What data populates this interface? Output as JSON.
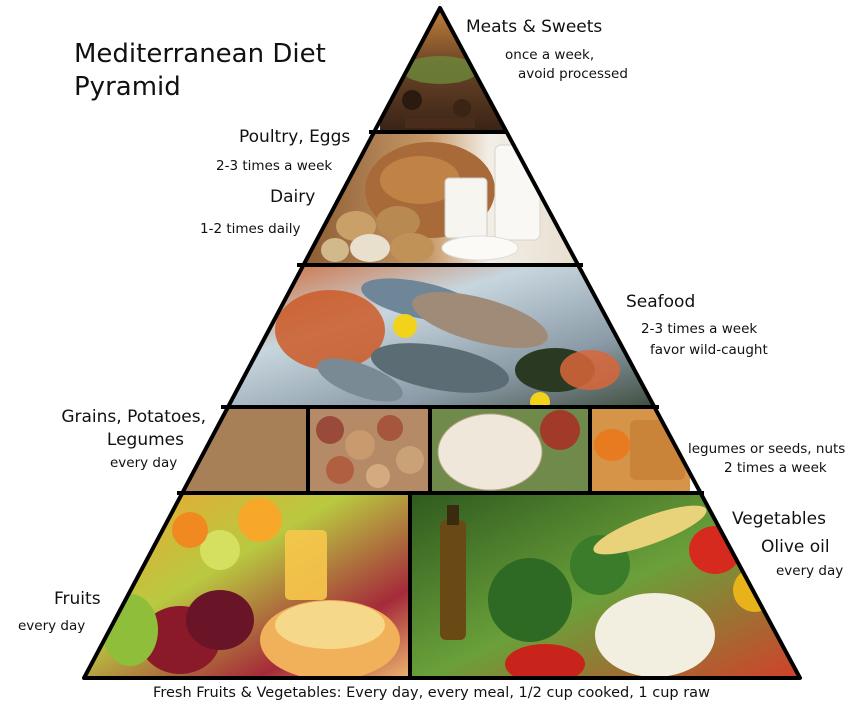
{
  "title": {
    "line1": "Mediterranean Diet",
    "line2": "Pyramid"
  },
  "tiers": {
    "meats": {
      "label": "Meats & Sweets",
      "note1": "once a week,",
      "note2": "avoid processed"
    },
    "poultry": {
      "label": "Poultry, Eggs",
      "note": "2-3 times a week"
    },
    "dairy": {
      "label": "Dairy",
      "note": "1-2 times daily"
    },
    "seafood": {
      "label": "Seafood",
      "note1": "2-3 times a week",
      "note2": "favor wild-caught"
    },
    "grains": {
      "label1": "Grains, Potatoes,",
      "label2": "Legumes",
      "note": "every day"
    },
    "legumes_nuts": {
      "note1": "legumes or seeds, nuts",
      "note2": "2 times a week"
    },
    "vegetables": {
      "label1": "Vegetables",
      "label2": "Olive oil",
      "note": "every day"
    },
    "fruits": {
      "label": "Fruits",
      "note": "every day"
    }
  },
  "footer": "Fresh Fruits & Vegetables:  Every day, every meal, 1/2 cup cooked, 1 cup raw",
  "colors": {
    "outline": "#000000",
    "meat": "#5a3a22",
    "poultry_dairy": "#e8d2ae",
    "seafood": "#9fb8c8",
    "grains": "#a47a4a",
    "fruits": "#e9b540",
    "vegetables": "#4f7a2c"
  }
}
